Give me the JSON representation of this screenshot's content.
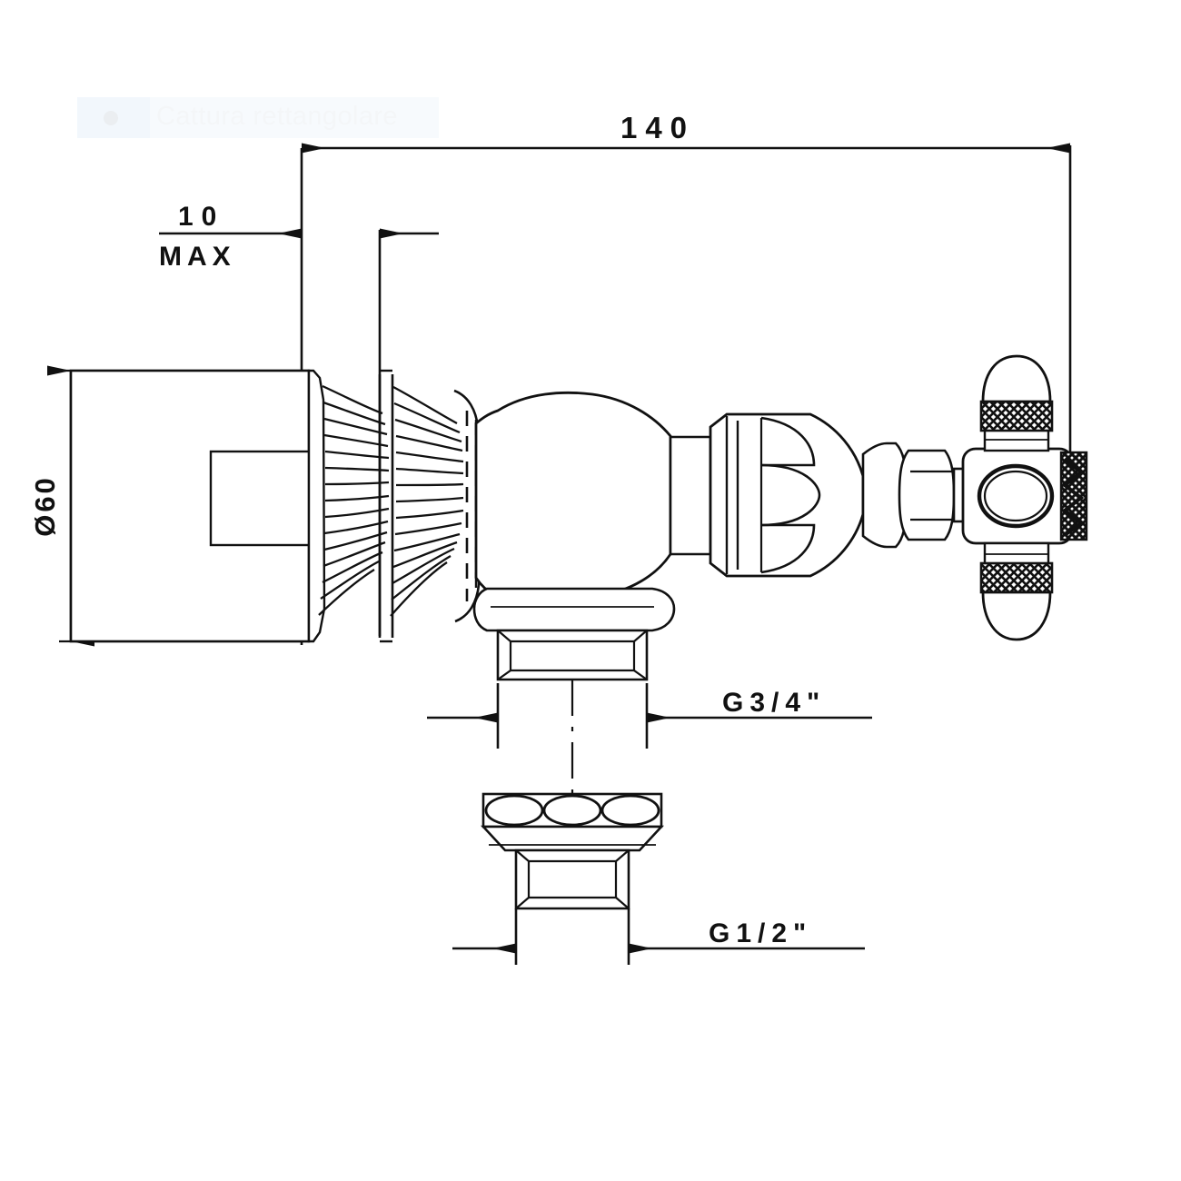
{
  "drawing": {
    "type": "technical-dimension-drawing",
    "subject": "wall-mounted angle stop valve with cross handle",
    "units": "mm",
    "line_color": "#111111",
    "background_color": "#ffffff"
  },
  "watermark": {
    "label": "Cattura rettangolare",
    "icon": "record-dot-icon",
    "background_color": "#f7fafd",
    "text_color": "#f4f6f8"
  },
  "dimensions": {
    "overall_length": {
      "value": "140",
      "label": "140",
      "orientation": "horizontal",
      "position": "top"
    },
    "projection_max": {
      "value": "10",
      "label": "10",
      "qualifier": "MAX",
      "orientation": "horizontal",
      "position": "upper-left"
    },
    "flange_diameter": {
      "value": "Ø60",
      "label": "Ø60",
      "orientation": "vertical",
      "position": "left"
    },
    "inlet_thread": {
      "label": "G1/2\"",
      "orientation": "vertical",
      "position": "left-inner"
    },
    "outlet_thread_upper": {
      "label": "G3/4\"",
      "orientation": "horizontal",
      "position": "lower-center"
    },
    "outlet_thread_lower": {
      "label": "G1/2\"",
      "orientation": "horizontal",
      "position": "bottom-center"
    }
  },
  "components": [
    {
      "name": "wall-plate",
      "description": "rectangular wall face plate"
    },
    {
      "name": "knurled-escutcheon",
      "description": "fluted decorative cover ring"
    },
    {
      "name": "valve-body",
      "description": "domed brass body"
    },
    {
      "name": "bonnet",
      "description": "tapered lobed bonnet"
    },
    {
      "name": "hex-nut",
      "description": "hexagonal packing nut"
    },
    {
      "name": "spindle",
      "description": "valve stem"
    },
    {
      "name": "cross-handle",
      "description": "cross handle hub with knurled bands and acorn tips"
    },
    {
      "name": "outlet-spigot-g34",
      "description": "G3/4 threaded outlet"
    },
    {
      "name": "aerator-flange",
      "description": "trapezoidal flange with three oval ports"
    },
    {
      "name": "outlet-nut-g12",
      "description": "G1/2 threaded connector"
    }
  ]
}
